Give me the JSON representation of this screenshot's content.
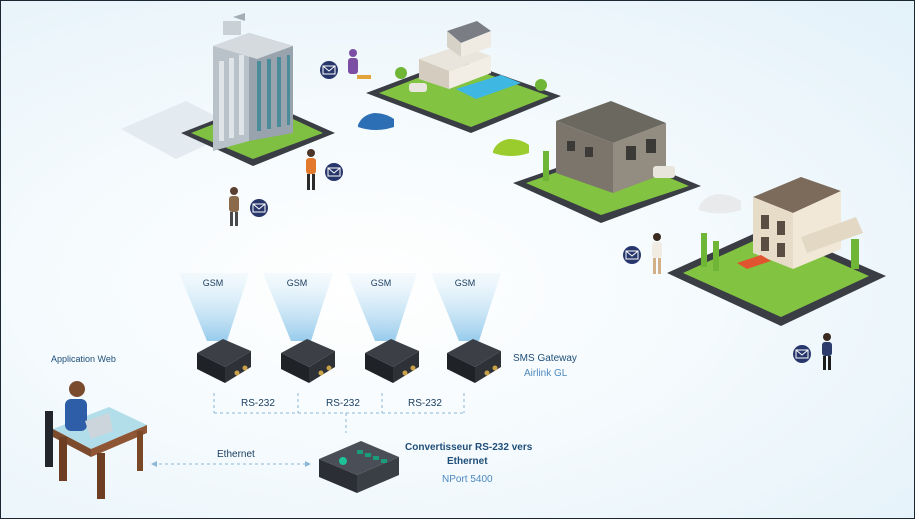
{
  "labels": {
    "gsm": [
      "GSM",
      "GSM",
      "GSM",
      "GSM"
    ],
    "rs232": [
      "RS-232",
      "RS-232",
      "RS-232"
    ],
    "sms_gateway_title": "SMS Gateway",
    "sms_gateway_model": "Airlink GL",
    "application_web": "Application Web",
    "ethernet": "Ethernet",
    "converter_title_line1": "Convertisseur RS-232 vers",
    "converter_title_line2": "Ethernet",
    "converter_model": "NPort 5400"
  },
  "colors": {
    "beam": "#a9d4ee",
    "device_body": "#2a2e33",
    "dashed_line": "#8bb8d8",
    "mail_badge": "#27376b",
    "road": "#3a3d44",
    "grass": "#7bbf3a"
  }
}
